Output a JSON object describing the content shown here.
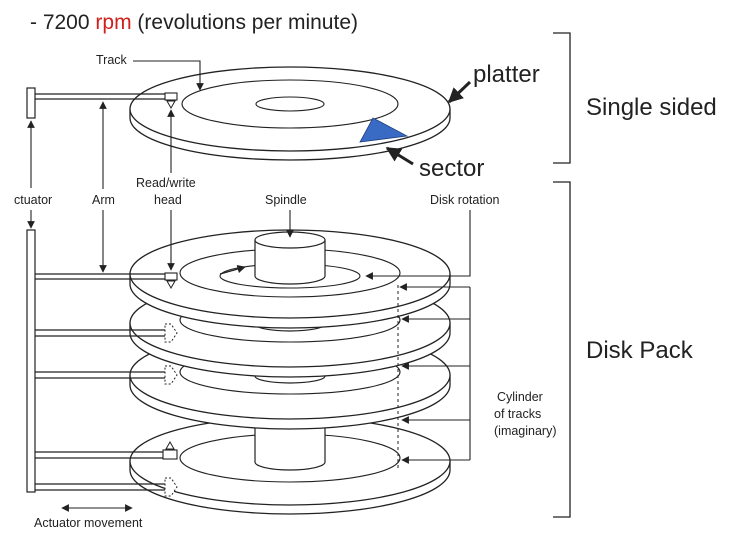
{
  "heading": {
    "prefix": "- 7200 ",
    "accent_word": "rpm",
    "suffix": " (revolutions per minute)",
    "accent_color": "#d0201c"
  },
  "labels": {
    "track": "Track",
    "platter": "platter",
    "sector": "sector",
    "single_sided": "Single sided",
    "disk_pack": "Disk Pack",
    "actuator": "ctuator",
    "arm": "Arm",
    "rw_head_line1": "Read/write",
    "rw_head_line2": "head",
    "spindle": "Spindle",
    "disk_rotation": "Disk rotation",
    "cylinder_line1": "Cylinder",
    "cylinder_line2": "of tracks",
    "cylinder_line3": "(imaginary)",
    "actuator_movement": "Actuator movement"
  },
  "colors": {
    "sector_fill": "#3a6bc4",
    "ink": "#222222",
    "platter_fill": "#ffffff"
  }
}
